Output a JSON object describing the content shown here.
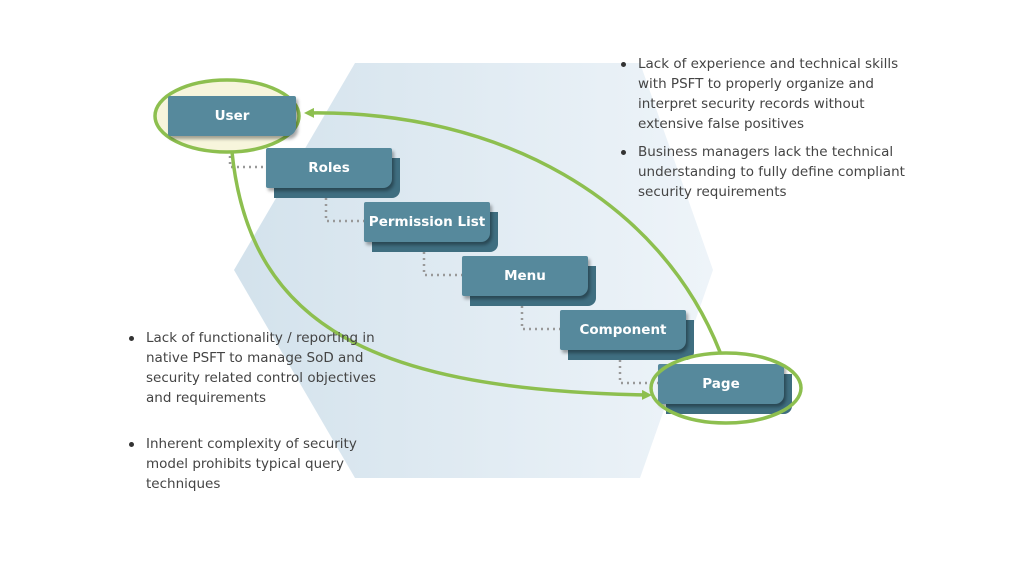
{
  "nodes": [
    {
      "id": "user",
      "label": "User"
    },
    {
      "id": "roles",
      "label": "Roles"
    },
    {
      "id": "permission-list",
      "label": "Permission List"
    },
    {
      "id": "menu",
      "label": "Menu"
    },
    {
      "id": "component",
      "label": "Component"
    },
    {
      "id": "page",
      "label": "Page"
    }
  ],
  "right_bullets": [
    "Lack of experience and technical skills with PSFT to properly organize and interpret security records without extensive false positives",
    "Business managers lack the technical understanding to fully define compliant security requirements"
  ],
  "left_bullets": [
    "Lack of functionality / reporting in native PSFT to manage SoD and security related control objectives and requirements",
    "Inherent complexity of security model prohibits typical query techniques"
  ],
  "colors": {
    "box": "#56899c",
    "box_shadow": "#3f6e80",
    "highlight": "#8dbf4f",
    "hexagon": "#dde9f2"
  }
}
